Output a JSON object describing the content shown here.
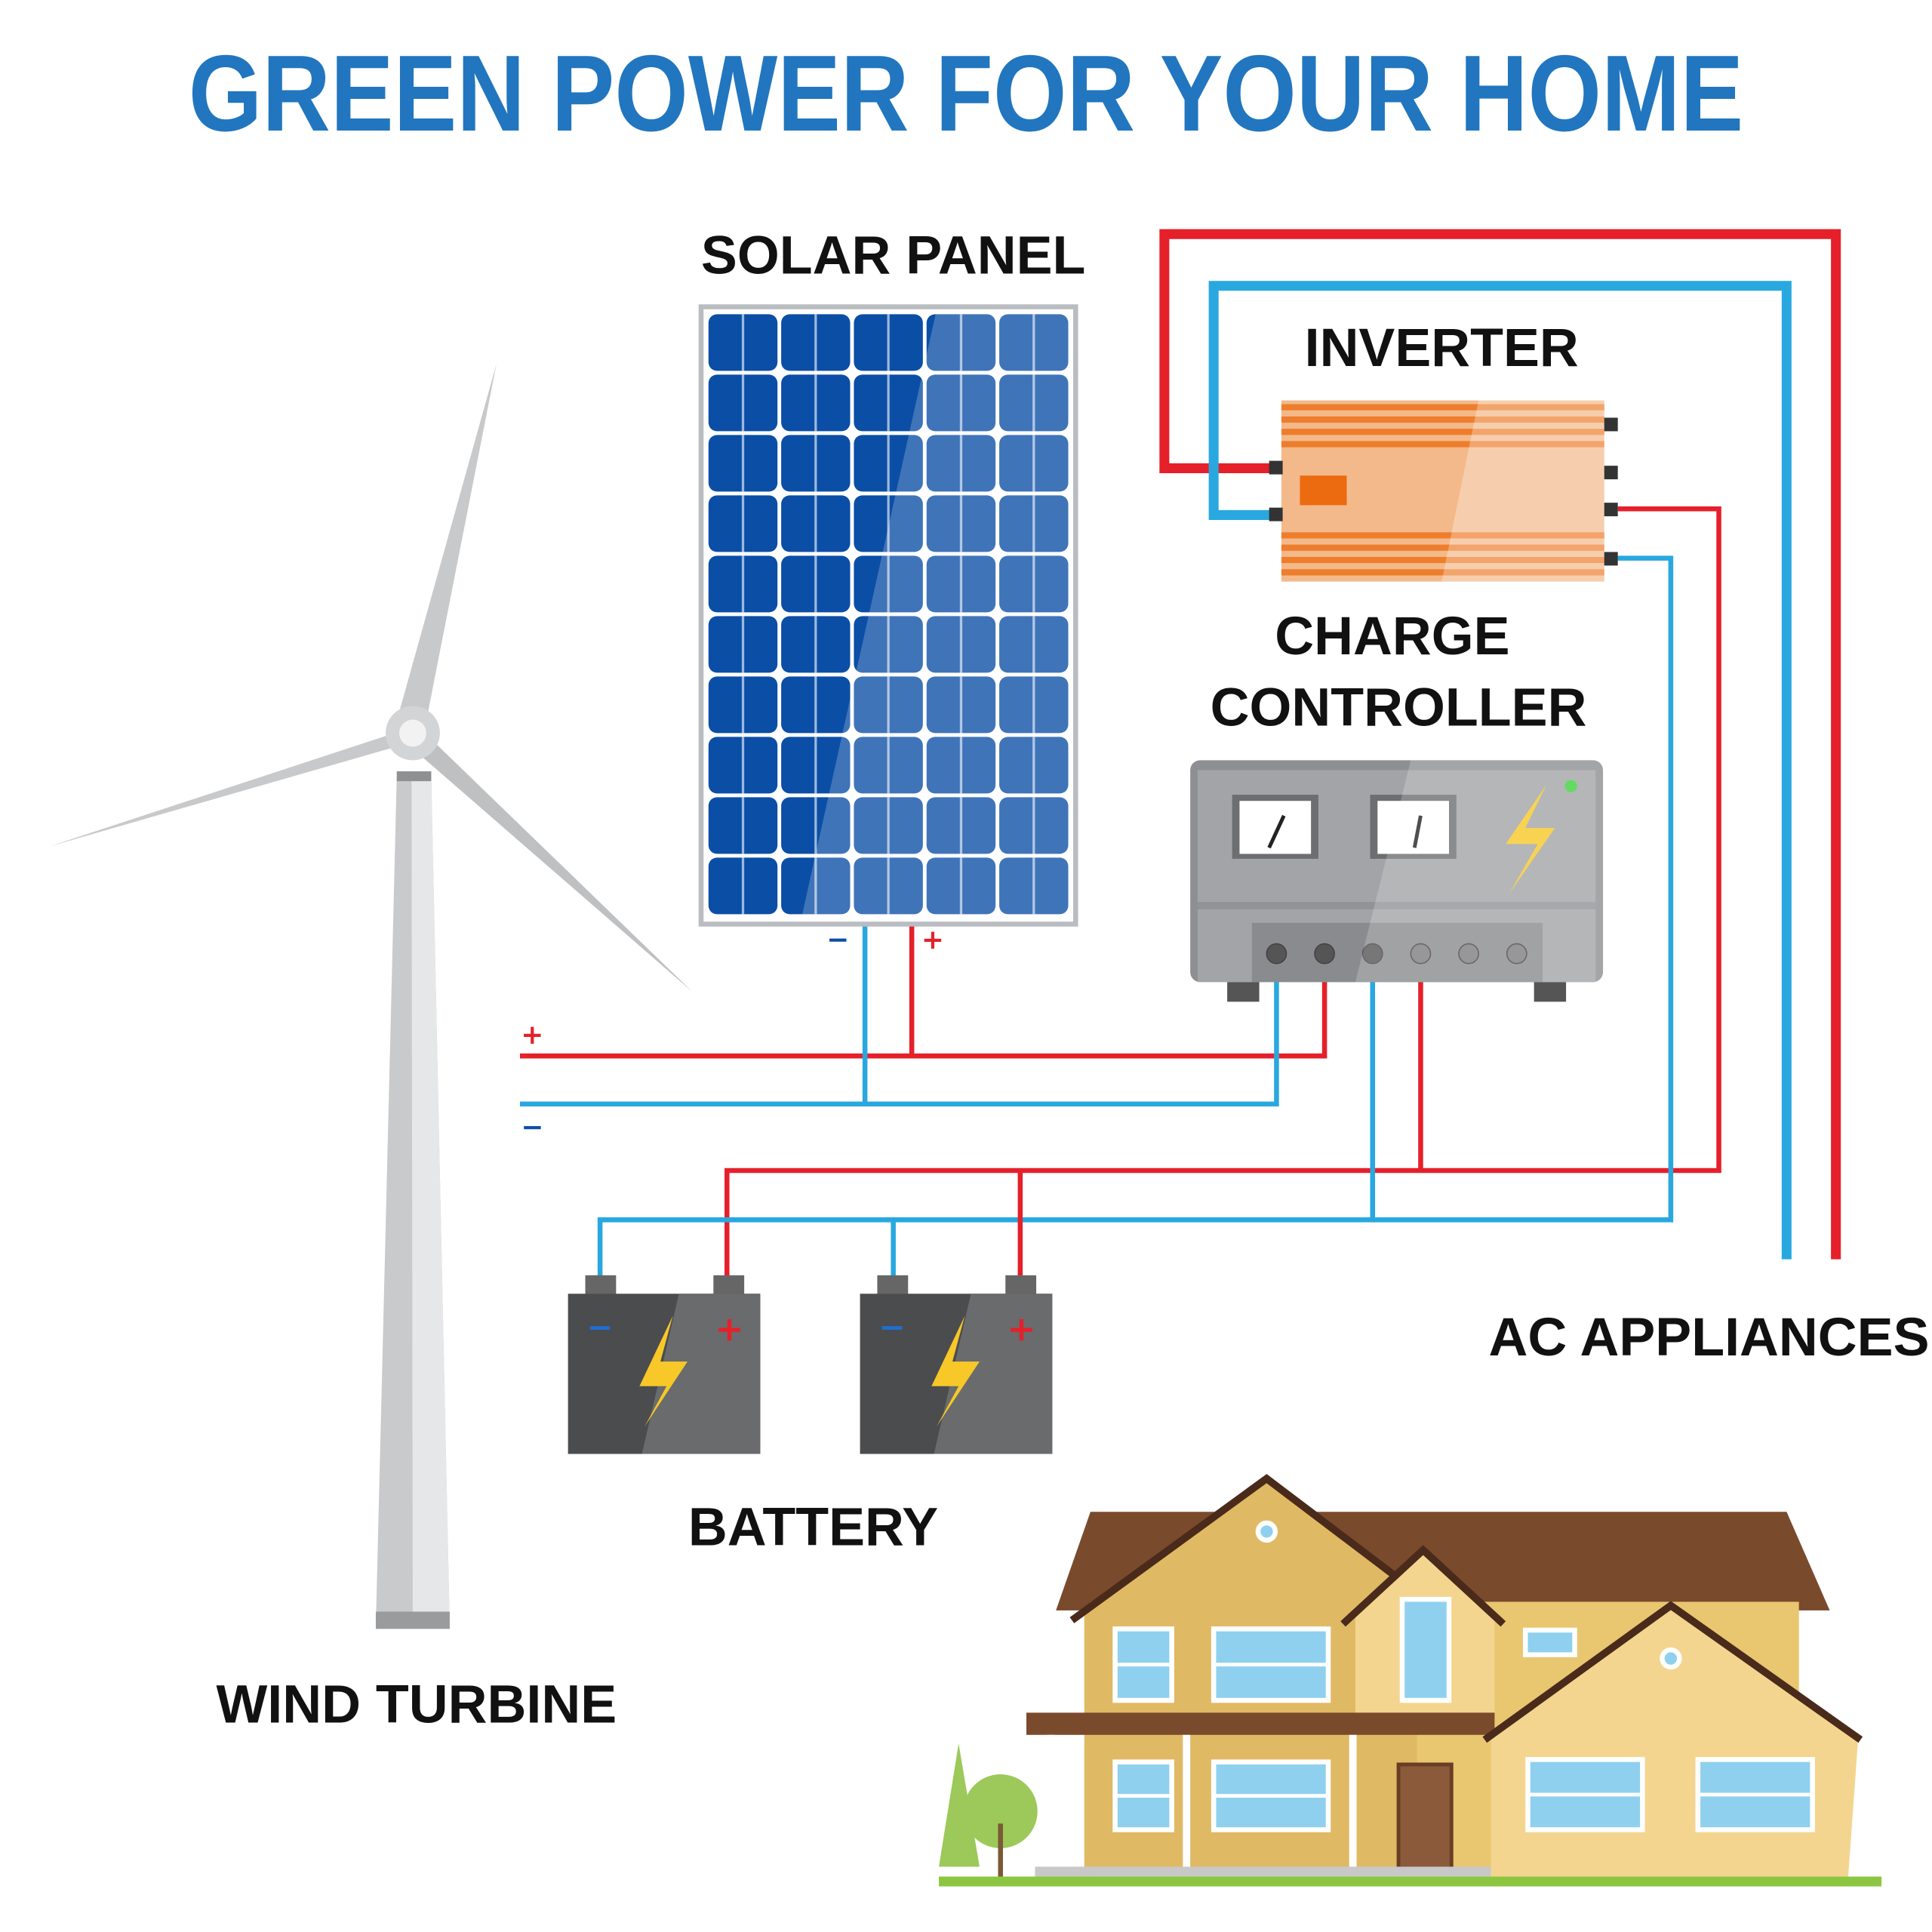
{
  "title": "GREEN POWER FOR YOUR HOME",
  "labels": {
    "solar_panel": "SOLAR PANEL",
    "inverter": "INVERTER",
    "charge_controller_line1": "CHARGE",
    "charge_controller_line2": "CONTROLLER",
    "ac_appliances": "AC APPLIANCES",
    "battery": "BATTERY",
    "wind_turbine": "WIND TURBINE"
  },
  "polarity": {
    "plus": "+",
    "minus": "−"
  },
  "colors": {
    "title": "#2176bf",
    "positive_wire": "#e5202a",
    "negative_wire": "#29a8df",
    "solar_cell": "#0b4ea6",
    "inverter": "#ee7d2c",
    "controller": "#a3a4a7",
    "battery": "#4b4c4e",
    "bolt": "#f7c827",
    "house_wall": "#e9c670",
    "roof": "#7a4a2c"
  }
}
